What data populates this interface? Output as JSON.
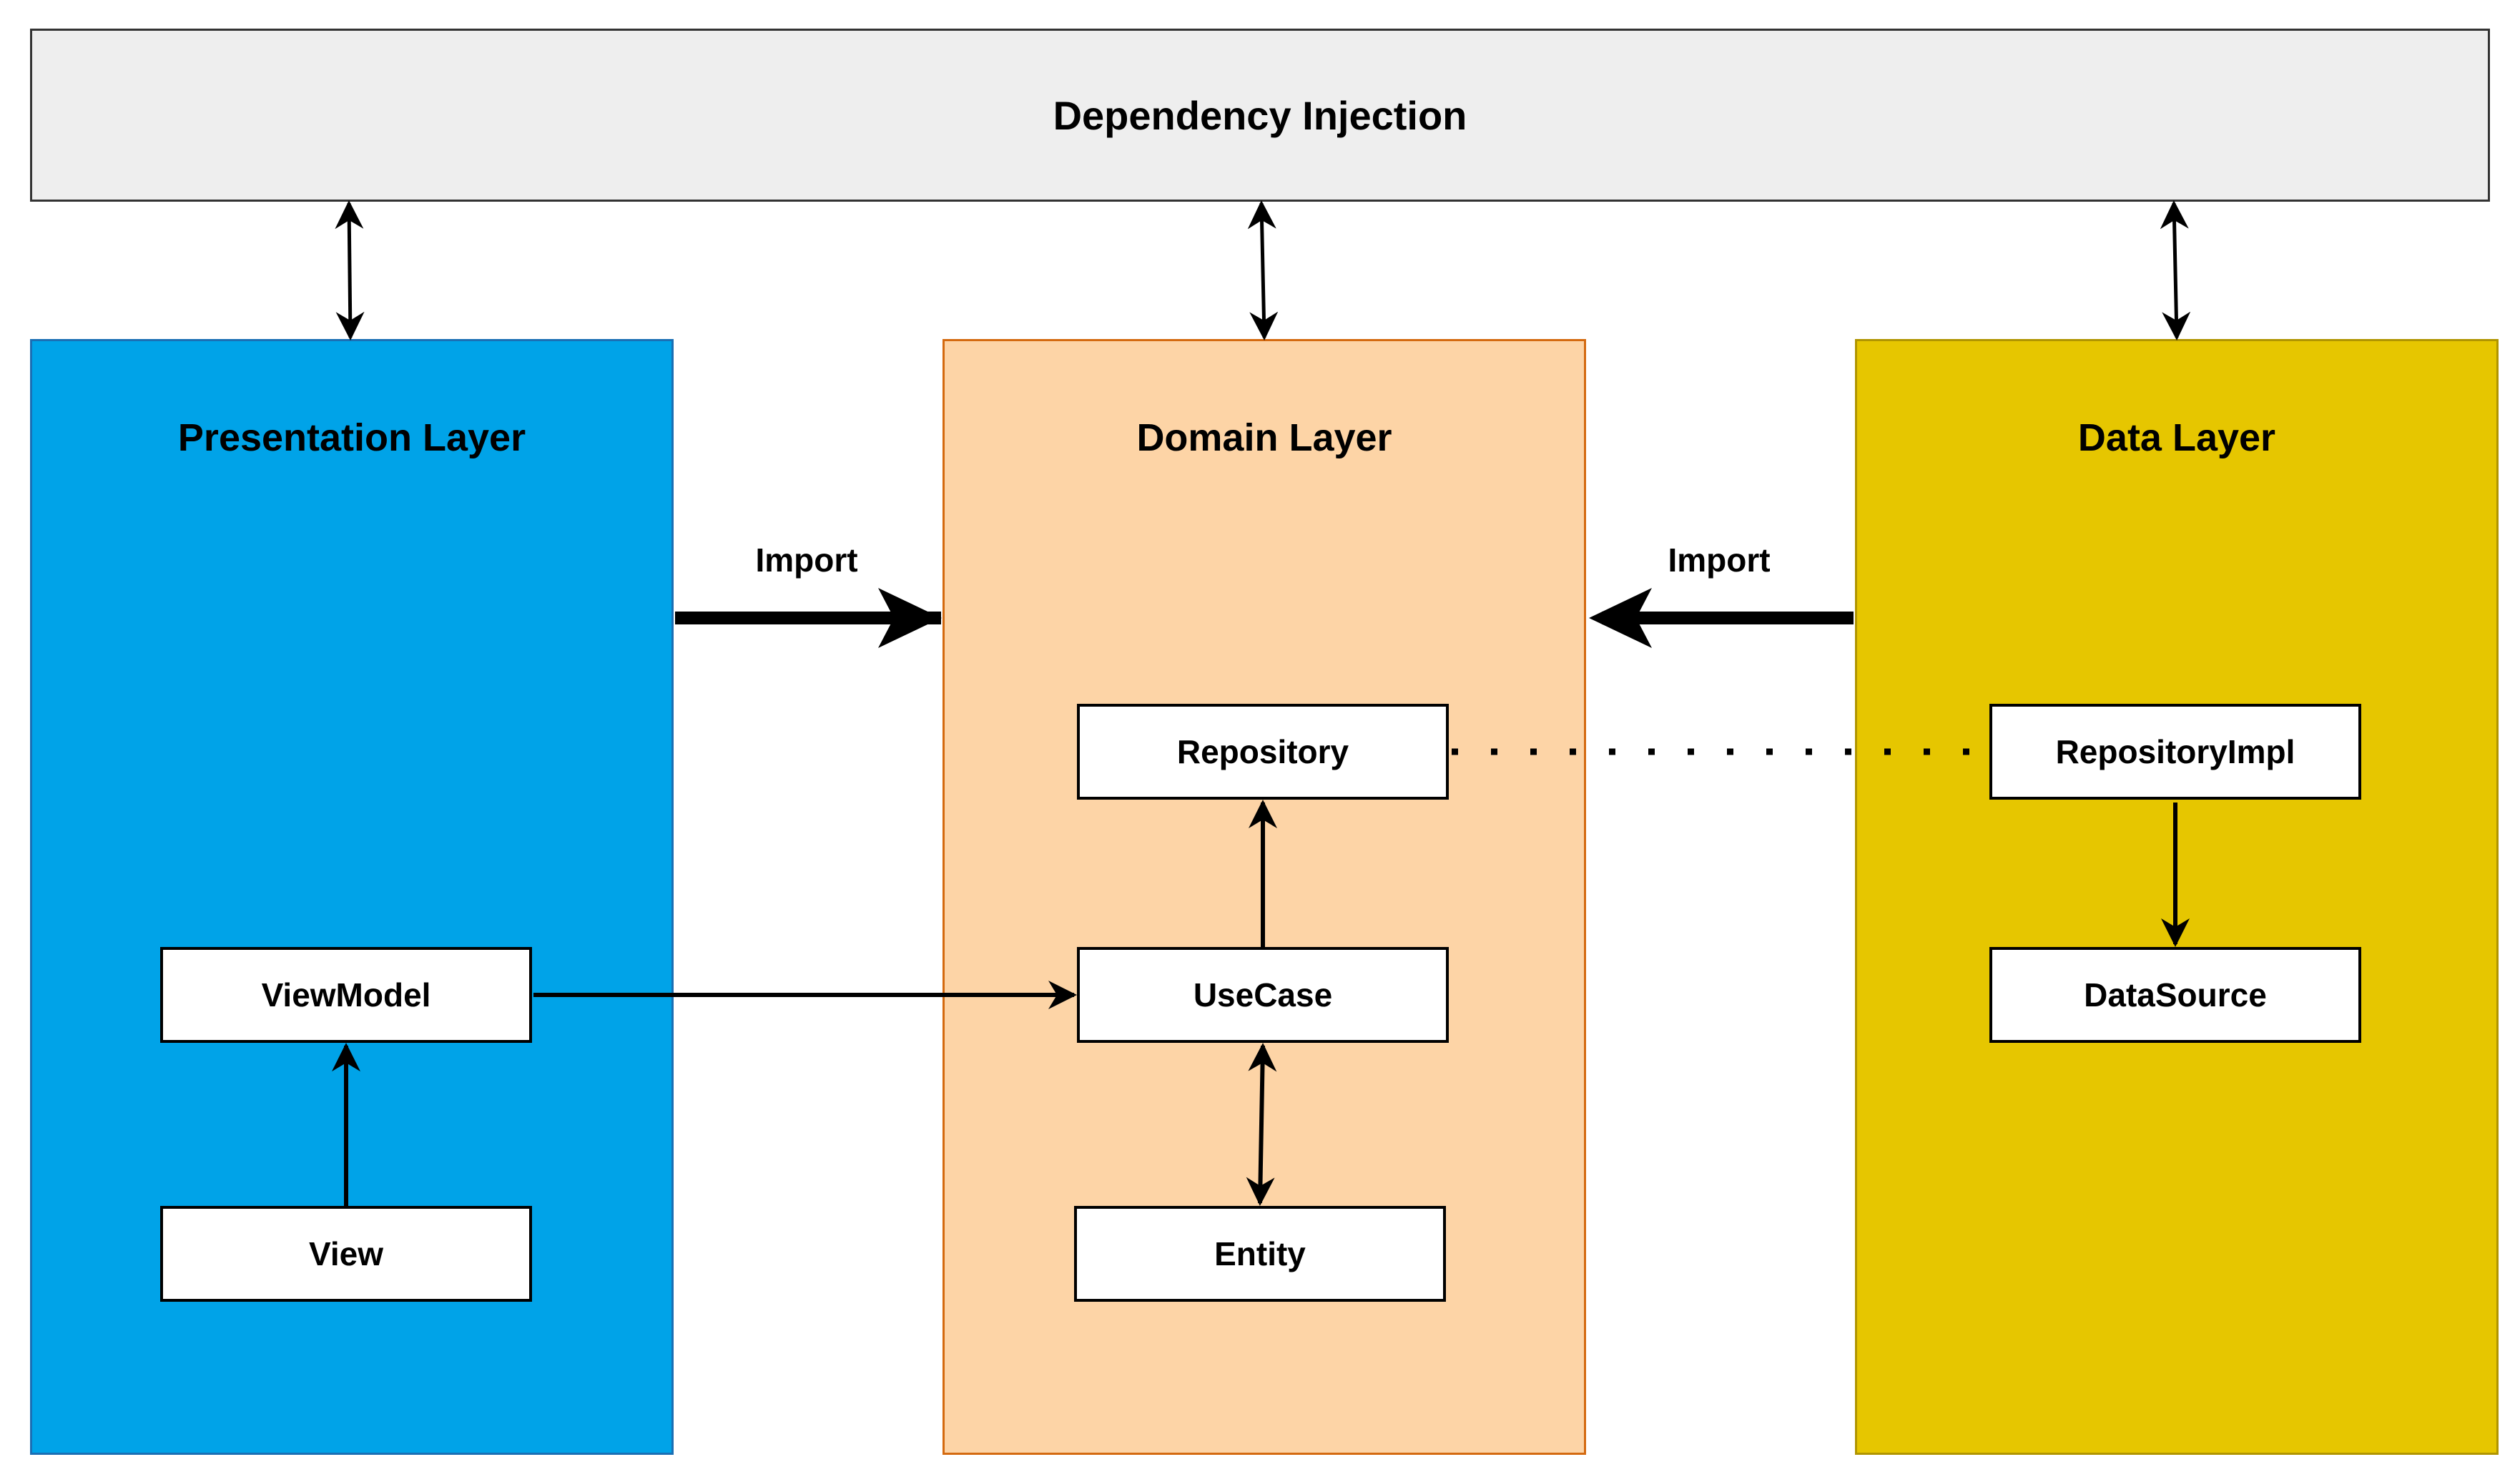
{
  "dependency_injection": {
    "title": "Dependency Injection"
  },
  "layers": {
    "presentation": {
      "title": "Presentation Layer",
      "color": "#00a3e8"
    },
    "domain": {
      "title": "Domain Layer",
      "color": "#fdd4a6"
    },
    "data": {
      "title": "Data Layer",
      "color": "#e6c600"
    }
  },
  "nodes": {
    "view_model": "ViewModel",
    "view": "View",
    "repository": "Repository",
    "use_case": "UseCase",
    "entity": "Entity",
    "repository_impl": "RepositoryImpl",
    "data_source": "DataSource"
  },
  "edges": {
    "import_left": "Import",
    "import_right": "Import"
  }
}
